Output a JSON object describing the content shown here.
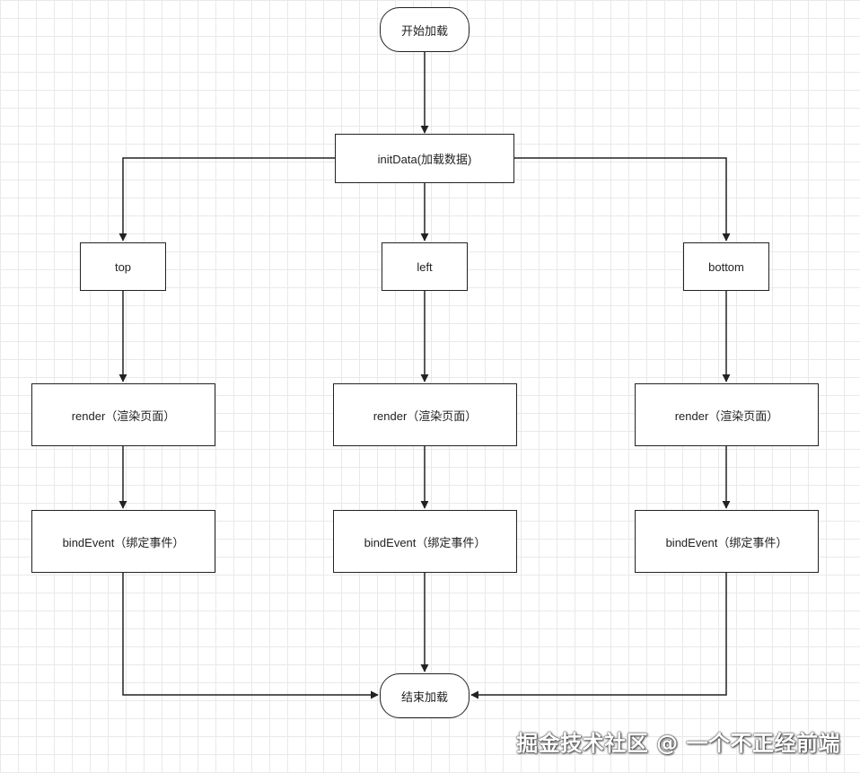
{
  "diagram": {
    "start": "开始加载",
    "init": "initData(加载数据)",
    "branches": [
      {
        "name": "top",
        "render": "render（渲染页面）",
        "bind": "bindEvent（绑定事件）"
      },
      {
        "name": "left",
        "render": "render（渲染页面）",
        "bind": "bindEvent（绑定事件）"
      },
      {
        "name": "bottom",
        "render": "render（渲染页面）",
        "bind": "bindEvent（绑定事件）"
      }
    ],
    "end": "结束加载"
  },
  "watermark": "掘金技术社区 @ 一个不正经前端"
}
